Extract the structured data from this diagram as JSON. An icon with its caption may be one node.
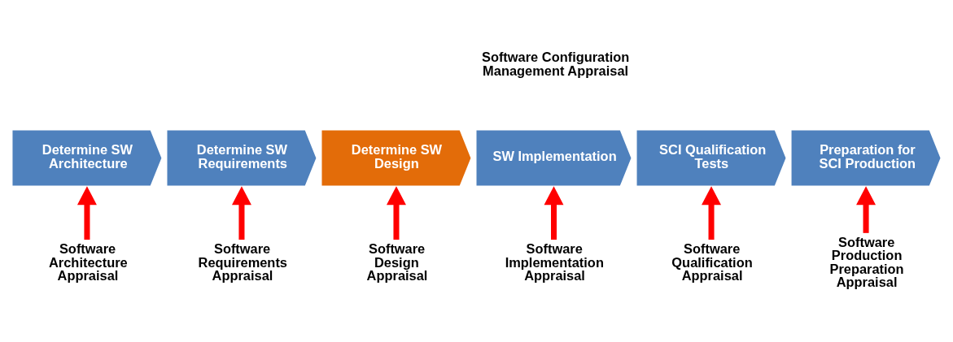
{
  "diagram": {
    "nodes": [
      {
        "text": [
          "Determine SW Architecture"
        ]
      },
      {
        "text": [
          "Determine SW Requirements"
        ]
      },
      {
        "text": [
          "Determine SW Design"
        ]
      },
      {
        "text": [
          "SW Implementation"
        ]
      },
      {
        "text": [
          "SCI Qualification Tests"
        ]
      },
      {
        "text": [
          "Preparation for SCI Production"
        ]
      },
      {
        "text": [
          "Software Architecture Appraisal"
        ]
      },
      {
        "text": [
          "Software Requirements Appraisal"
        ]
      },
      {
        "text": [
          "Software Design Appraisal"
        ]
      },
      {
        "text": [
          "Software Implementation Appraisal"
        ]
      },
      {
        "text": [
          "Software Qualification Appraisal"
        ]
      },
      {
        "text": [
          "Software Production Preparation Appraisal"
        ]
      }
    ],
    "edges": [
      {
        "from": 6,
        "to": 0,
        "arrow": "to"
      },
      {
        "from": 7,
        "to": 1,
        "arrow": "to"
      },
      {
        "from": 8,
        "to": 2,
        "arrow": "to"
      },
      {
        "from": 9,
        "to": 3,
        "arrow": "to"
      },
      {
        "from": 10,
        "to": 4,
        "arrow": "to"
      },
      {
        "from": 11,
        "to": 5,
        "arrow": "to"
      }
    ],
    "labels": [
      "Software Configuration Management Appraisal"
    ]
  }
}
